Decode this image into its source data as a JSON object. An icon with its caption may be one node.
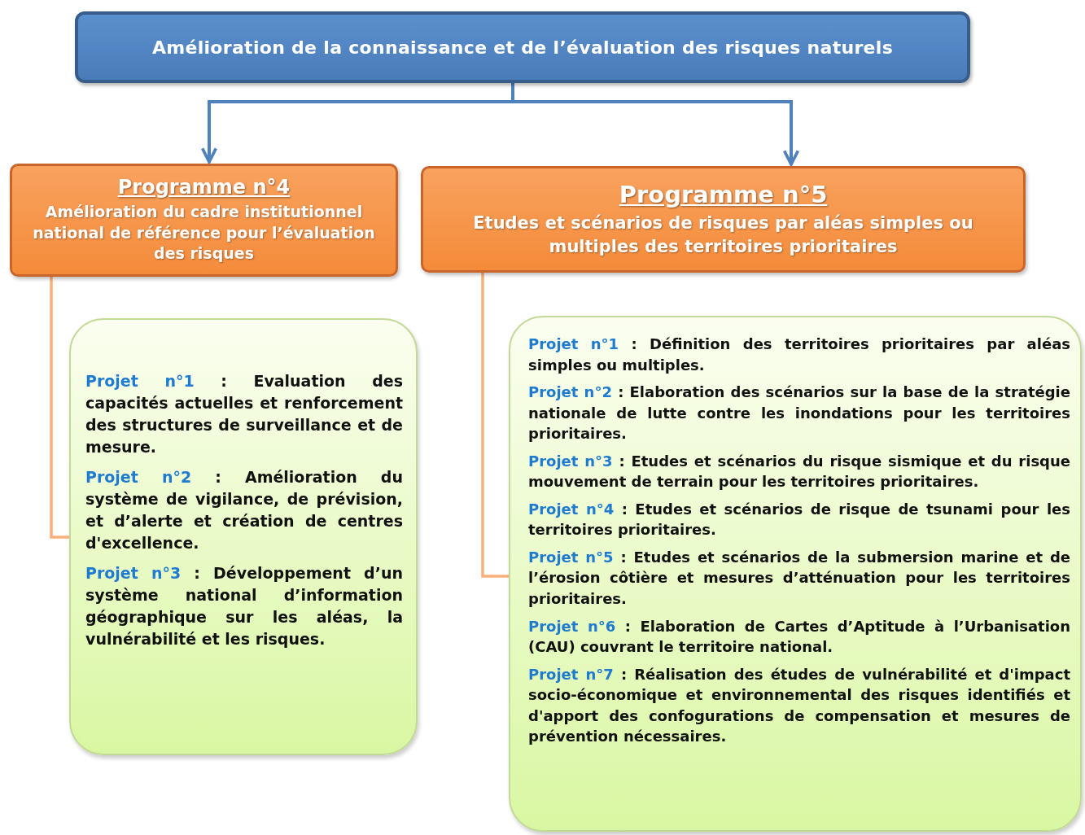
{
  "diagram": {
    "nodes": [
      {
        "text": [
          "Amélioration de la connaissance et de l’évaluation des risques naturels"
        ]
      },
      {
        "text": [
          "Programme n°4",
          "Amélioration du cadre institutionnel national de référence pour l’évaluation des risques"
        ]
      },
      {
        "text": [
          "Programme n°5",
          "Etudes et scénarios de risques par aléas simples ou multiples des territoires prioritaires"
        ]
      },
      {
        "text": [
          "Projet n°1",
          ": Evaluation des capacités actuelles et renforcement des structures de surveillance et de mesure.",
          "Projet n°2",
          ": Amélioration du système de vigilance, de prévision, et d’alerte et création de centres d'excellence.",
          "Projet n°3",
          ": Développement d’un système national d’information géographique sur les aléas, la vulnérabilité et les risques."
        ]
      },
      {
        "text": [
          "Projet n°1",
          ":  Définition des territoires prioritaires par aléas simples ou multiples.",
          "Projet n°2",
          ": Elaboration des scénarios sur la base de la stratégie nationale de lutte contre les inondations pour les territoires prioritaires.",
          "Projet n°3",
          ": Etudes et scénarios du risque sismique et du risque mouvement de terrain pour les territoires prioritaires.",
          "Projet n°4",
          ": Etudes et scénarios de risque de tsunami pour les territoires prioritaires.",
          "Projet n°5",
          ": Etudes et scénarios de la submersion marine et de l’érosion côtière et mesures d’atténuation pour les territoires prioritaires.",
          "Projet n°6",
          ":  Elaboration de Cartes d’Aptitude à l’Urbanisation (CAU) couvrant le territoire national.",
          "Projet n°7",
          ": Réalisation des études de vulnérabilité et d'impact socio-économique et environnemental des risques identifiés et d'apport des confogurations de compensation et mesures de prévention nécessaires."
        ]
      }
    ],
    "edges": [
      {
        "from": 0,
        "to": 1,
        "arrow": "to"
      },
      {
        "from": 0,
        "to": 2,
        "arrow": "to"
      },
      {
        "from": 1,
        "to": 3,
        "arrow": "none",
        "color": "#fbb07a"
      },
      {
        "from": 2,
        "to": 4,
        "arrow": "none",
        "color": "#fbb07a"
      }
    ]
  }
}
